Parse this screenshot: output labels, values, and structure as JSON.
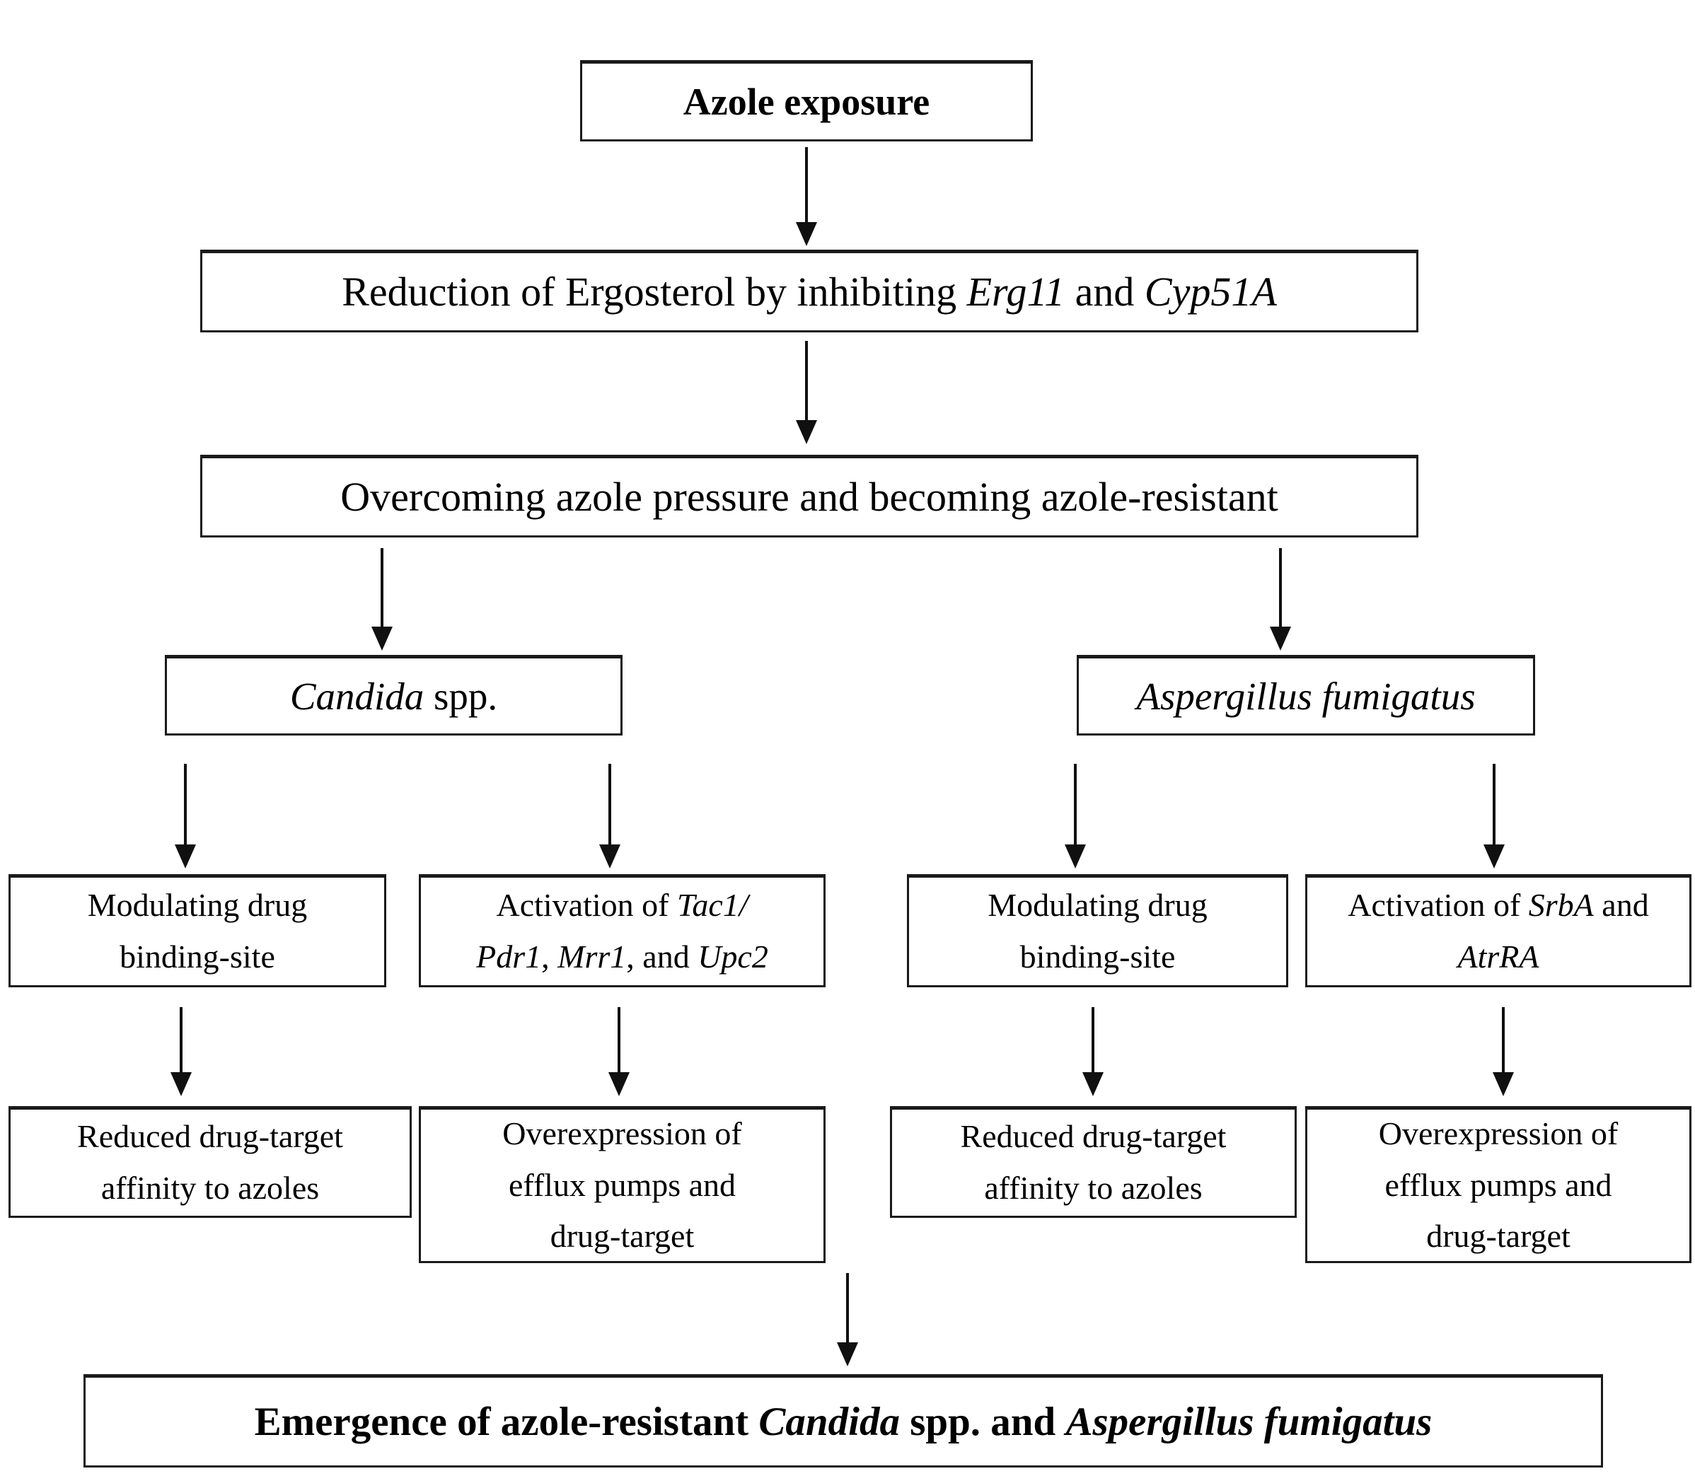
{
  "colors": {
    "background": "#ffffff",
    "box_border": "#1a1a1a",
    "text": "#000000",
    "arrow": "#101010"
  },
  "boxes": {
    "azole_exposure": {
      "lines": [
        [
          {
            "text": "Azole exposure",
            "bold": true
          }
        ]
      ]
    },
    "reduction": {
      "lines": [
        [
          {
            "text": "Reduction of Ergosterol by inhibiting "
          },
          {
            "text": "Erg11",
            "italic": true
          },
          {
            "text": " and "
          },
          {
            "text": "Cyp51A",
            "italic": true
          }
        ]
      ]
    },
    "overcoming": {
      "lines": [
        [
          {
            "text": "Overcoming azole pressure and becoming azole-resistant"
          }
        ]
      ]
    },
    "candida": {
      "lines": [
        [
          {
            "text": "Candida",
            "italic": true
          },
          {
            "text": " spp."
          }
        ]
      ]
    },
    "aspergillus": {
      "lines": [
        [
          {
            "text": "Aspergillus fumigatus",
            "italic": true
          }
        ]
      ]
    },
    "modulating_candida": {
      "lines": [
        [
          {
            "text": "Modulating drug"
          }
        ],
        [
          {
            "text": "binding-site"
          }
        ]
      ]
    },
    "activation_candida": {
      "lines": [
        [
          {
            "text": "Activation of "
          },
          {
            "text": "Tac1/",
            "italic": true
          }
        ],
        [
          {
            "text": "Pdr1",
            "italic": true
          },
          {
            "text": ", "
          },
          {
            "text": "Mrr1",
            "italic": true
          },
          {
            "text": ", and "
          },
          {
            "text": "Upc2",
            "italic": true
          }
        ]
      ]
    },
    "modulating_aspergillus": {
      "lines": [
        [
          {
            "text": "Modulating drug"
          }
        ],
        [
          {
            "text": "binding-site"
          }
        ]
      ]
    },
    "activation_aspergillus": {
      "lines": [
        [
          {
            "text": "Activation of "
          },
          {
            "text": "SrbA",
            "italic": true
          },
          {
            "text": " and"
          }
        ],
        [
          {
            "text": "AtrRA",
            "italic": true
          }
        ]
      ]
    },
    "reduced_candida": {
      "lines": [
        [
          {
            "text": "Reduced drug-target"
          }
        ],
        [
          {
            "text": "affinity to azoles"
          }
        ]
      ]
    },
    "overexpression_candida": {
      "lines": [
        [
          {
            "text": "Overexpression of"
          }
        ],
        [
          {
            "text": "efflux pumps and"
          }
        ],
        [
          {
            "text": "drug-target"
          }
        ]
      ]
    },
    "reduced_aspergillus": {
      "lines": [
        [
          {
            "text": "Reduced drug-target"
          }
        ],
        [
          {
            "text": "affinity to azoles"
          }
        ]
      ]
    },
    "overexpression_aspergillus": {
      "lines": [
        [
          {
            "text": "Overexpression of"
          }
        ],
        [
          {
            "text": "efflux pumps and"
          }
        ],
        [
          {
            "text": "drug-target"
          }
        ]
      ]
    },
    "emergence": {
      "lines": [
        [
          {
            "text": "Emergence of azole-resistant ",
            "bold": true
          },
          {
            "text": "Candida",
            "bold": true,
            "italic": true
          },
          {
            "text": " spp. and ",
            "bold": true
          },
          {
            "text": "Aspergillus fumigatus",
            "bold": true,
            "italic": true
          }
        ]
      ]
    }
  }
}
